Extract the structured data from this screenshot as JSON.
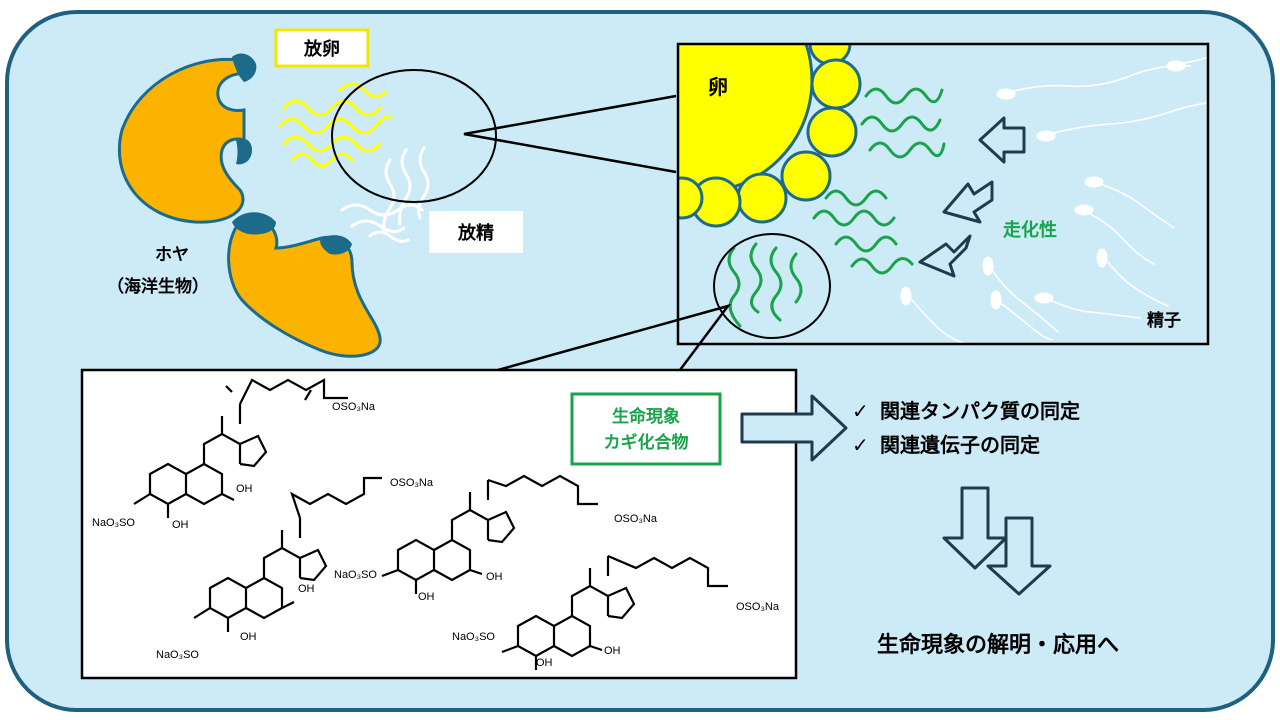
{
  "labels": {
    "ovulation": "放卵",
    "spawning": "放精",
    "ascidian": "ホヤ",
    "ascidian_note": "（海洋生物）",
    "egg": "卵",
    "chemotaxis": "走化性",
    "sperm": "精子",
    "key_compound_line1": "生命現象",
    "key_compound_line2": "カギ化合物",
    "check_1": "関連タンパク質の同定",
    "check_2": "関連遺伝子の同定",
    "goal": "生命現象の解明・応用へ",
    "check_mark": "✓"
  },
  "chem_labels": {
    "nao3so": "NaO₃SO",
    "oso3na": "OSO₃Na",
    "oh": "OH"
  },
  "colors": {
    "background": "#cdeaf7",
    "frame_border": "#1f5f7f",
    "ascidian_body": "#fcb300",
    "ascidian_siphon": "#1d6b8a",
    "egg": "#ffff00",
    "yellow_label_border": "#f5e600",
    "green": "#1aa34a",
    "white": "#ffffff"
  }
}
